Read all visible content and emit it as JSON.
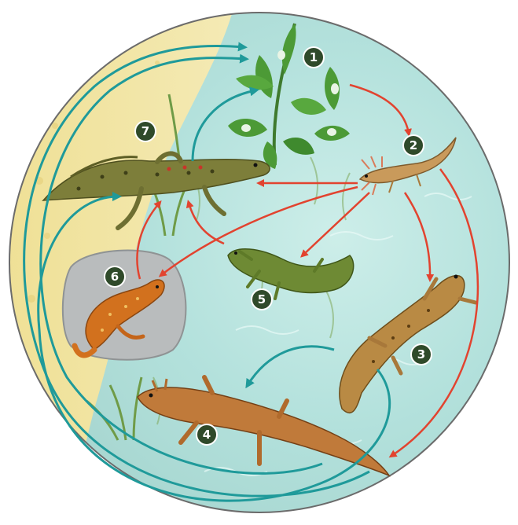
{
  "diagram": {
    "stages": [
      {
        "id": 1,
        "label": "1",
        "icon": "eggs-on-plant-icon"
      },
      {
        "id": 2,
        "label": "2",
        "icon": "larva-icon"
      },
      {
        "id": 3,
        "label": "3",
        "icon": "larva-with-legs-icon"
      },
      {
        "id": 4,
        "label": "4",
        "icon": "juvenile-newt-icon"
      },
      {
        "id": 5,
        "label": "5",
        "icon": "green-newt-icon"
      },
      {
        "id": 6,
        "label": "6",
        "icon": "red-eft-icon"
      },
      {
        "id": 7,
        "label": "7",
        "icon": "adult-newt-icon"
      }
    ],
    "arrows": [
      {
        "from": 1,
        "to": 2,
        "color": "red"
      },
      {
        "from": 2,
        "to": 7,
        "color": "red"
      },
      {
        "from": 2,
        "to": 6,
        "color": "red"
      },
      {
        "from": 2,
        "to": 5,
        "color": "red"
      },
      {
        "from": 2,
        "to": 3,
        "color": "red"
      },
      {
        "from": 2,
        "to": 4,
        "color": "red"
      },
      {
        "from": 6,
        "to": 7,
        "color": "red"
      },
      {
        "from": 5,
        "to": 7,
        "color": "red"
      },
      {
        "from": 3,
        "to": 4,
        "color": "teal"
      },
      {
        "from": 4,
        "to": 7,
        "color": "teal"
      },
      {
        "from": 4,
        "to": 1,
        "color": "teal"
      },
      {
        "from": 7,
        "to": 1,
        "color": "teal"
      }
    ],
    "colors": {
      "badge": "#2f4a2a",
      "red_arrow": "#e2432f",
      "teal_arrow": "#1f9a9a",
      "water": "#b9e3df",
      "sand": "#f1e6a3",
      "rim": "#6b6b6b"
    }
  }
}
